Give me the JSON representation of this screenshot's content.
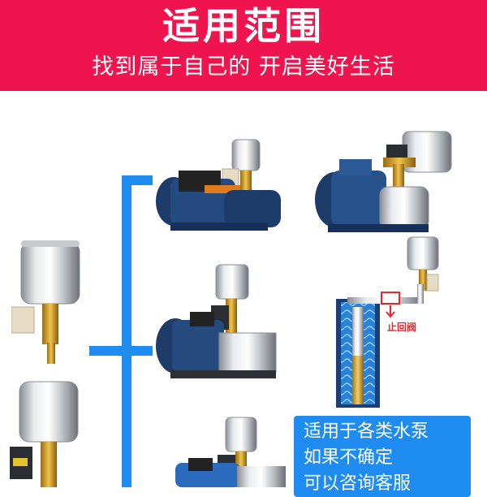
{
  "header": {
    "title": "适用范围",
    "subtitle": "找到属于自己的 开启美好生活"
  },
  "diagram": {
    "check_valve_label": "止回阀"
  },
  "note": {
    "lines": [
      "适用于各类水泵",
      "如果不确定",
      "可以咨询客服"
    ]
  },
  "colors": {
    "banner": "#f0144e",
    "connector": "#1e8cf0",
    "valve_label": "#e8262c",
    "note_bg": "#1e8cf0"
  }
}
